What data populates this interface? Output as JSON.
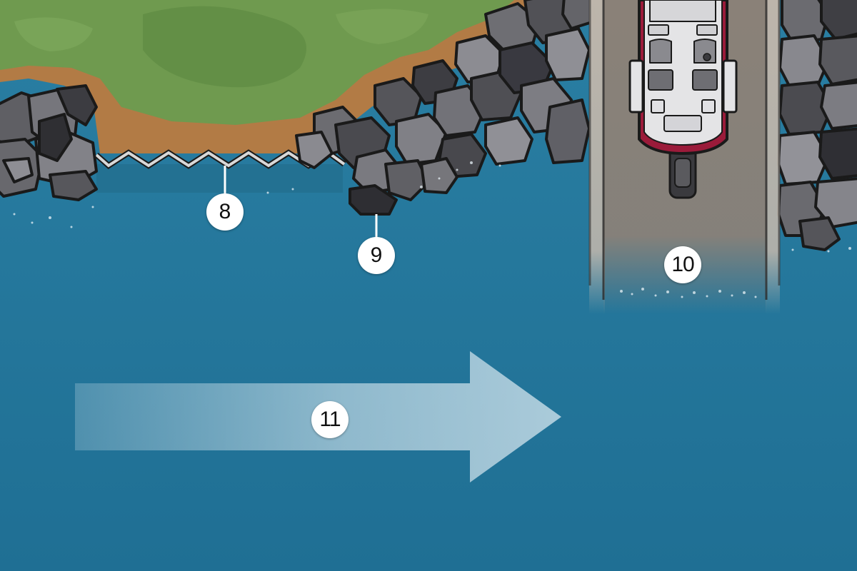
{
  "callouts": {
    "seawall": "8",
    "rock_point": "9",
    "boat_ramp": "10",
    "current_direction": "11"
  },
  "colors": {
    "water": "#2a7ea1",
    "grass": "#6f9a4f",
    "dirt": "#b27b45",
    "rock": "#6d6d72",
    "ramp": "#8b8178",
    "boat_trim": "#9b1b3a",
    "arrow": "#cfe3ee"
  },
  "icons": {
    "boat": "boat-topdown-icon",
    "arrow": "current-arrow-icon"
  }
}
